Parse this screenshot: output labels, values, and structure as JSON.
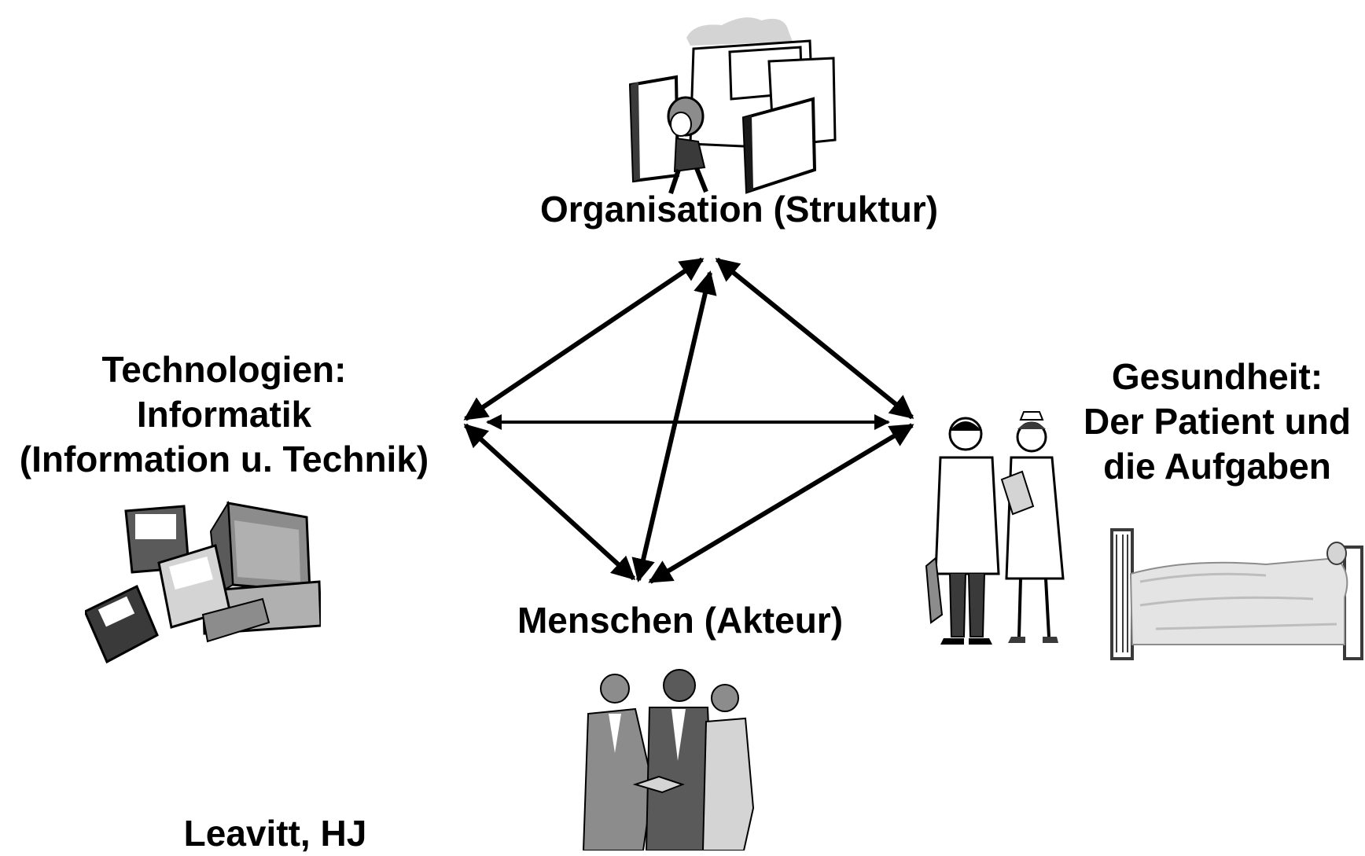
{
  "nodes": {
    "organisation": {
      "label": "Organisation (Struktur)"
    },
    "technologien": {
      "lines": [
        "Technologien:",
        "Informatik",
        "(Information u. Technik)"
      ]
    },
    "gesundheit": {
      "lines": [
        "Gesundheit:",
        "Der Patient und",
        "die Aufgaben"
      ]
    },
    "menschen": {
      "label": "Menschen (Akteur)"
    }
  },
  "citation": "Leavitt, HJ",
  "colors": {
    "arrow": "#000000",
    "clipart_dark": "#3a3a3a",
    "clipart_mid": "#8c8c8c",
    "clipart_light": "#d4d4d4"
  },
  "icons": [
    "office-maze-icon",
    "computer-disks-icon",
    "doctor-nurse-icon",
    "hospital-bed-icon",
    "people-handshake-icon"
  ]
}
